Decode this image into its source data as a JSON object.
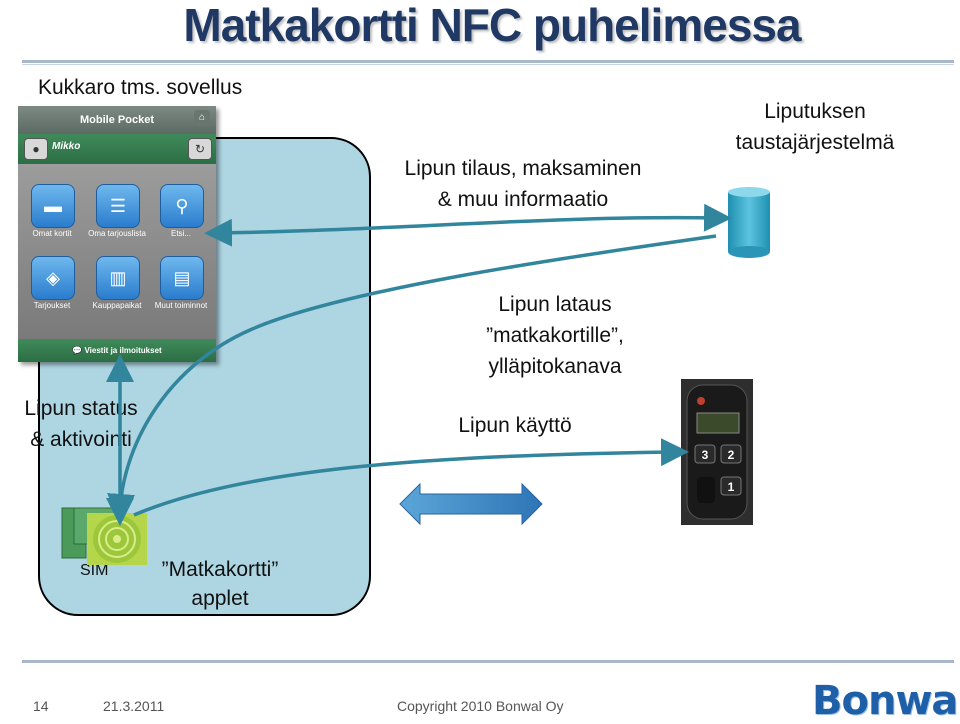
{
  "title": "Matkakortti NFC puhelimessa",
  "labels": {
    "wallet": "Kukkaro tms. sovellus",
    "order": "Lipun tilaus, maksaminen\n& muu informaatio",
    "backend": "Liputuksen\ntaustajärjestelmä",
    "load": "Lipun lataus\n”matkakortille”,\nylläpitokanava",
    "status": "Lipun status\n& aktivointi",
    "usage": "Lipun käyttö",
    "sim": "SIM",
    "applet": "”Matkakortti”\napplet"
  },
  "app": {
    "title": "Mobile Pocket",
    "user": "Mikko",
    "tiles": [
      "Omat kortit",
      "Oma tarjouslista",
      "Etsi...",
      "Tarjoukset",
      "Kauppapaikat",
      "Muut toiminnot"
    ],
    "footer": "Viestit ja ilmoitukset"
  },
  "reader": {
    "keys": [
      "3",
      "2",
      "1"
    ]
  },
  "footer": {
    "page": "14",
    "date": "21.3.2011",
    "copyright": "Copyright 2010 Bonwal Oy",
    "logo": "Bonwal"
  },
  "colors": {
    "title": "#1f3864",
    "arrow": "#31859c",
    "phone": "#add5e2",
    "double_arrow": "#2e75b6"
  }
}
